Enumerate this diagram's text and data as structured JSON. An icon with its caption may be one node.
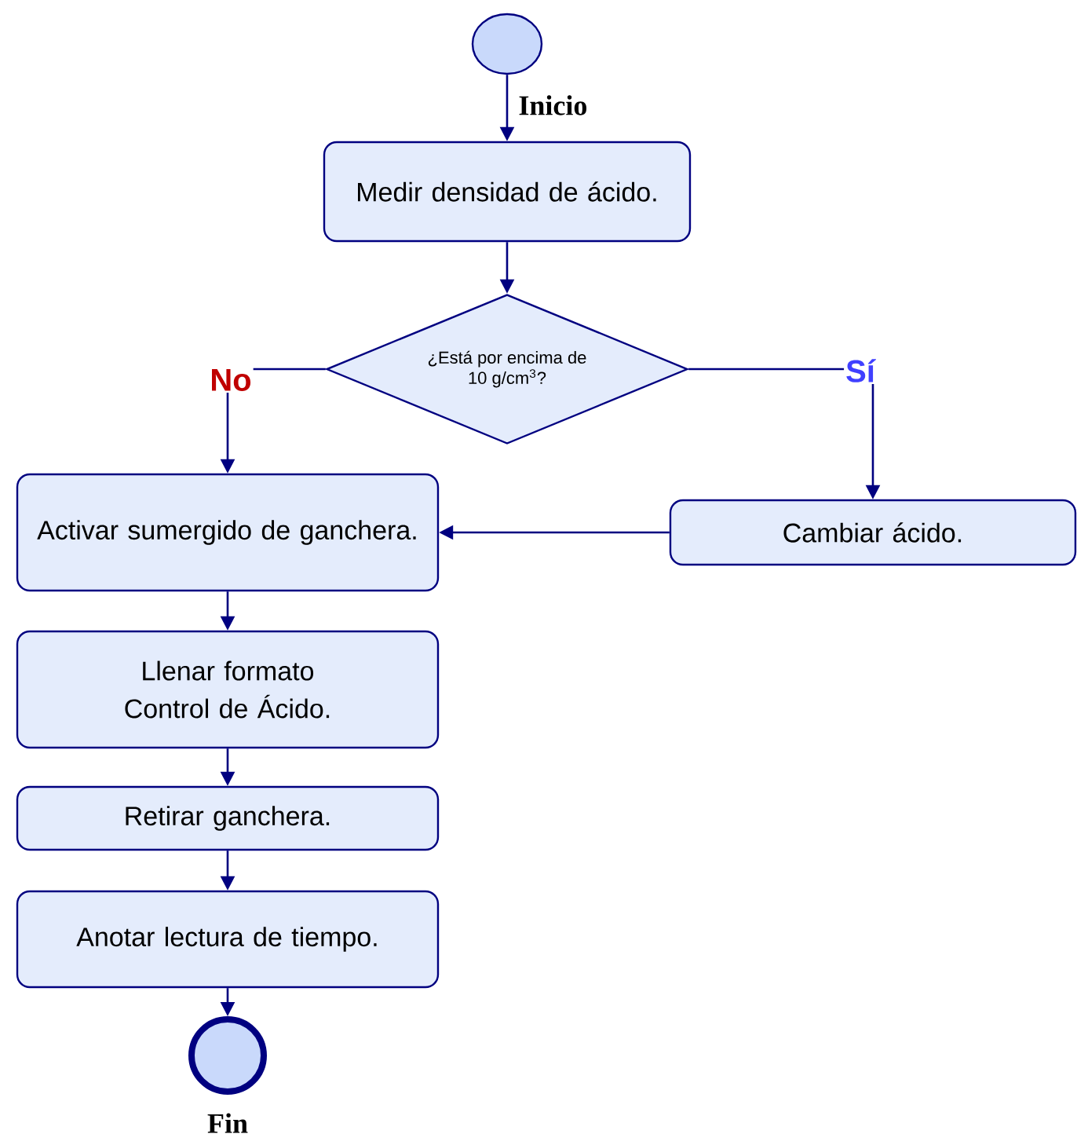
{
  "diagram": {
    "nodes": [
      {
        "text": [],
        "shape": "circle",
        "beside": [
          "Inicio"
        ]
      },
      {
        "text": [
          "Medir densidad de ácido."
        ]
      },
      {
        "text": [
          "¿Está por encima de 10 g/cm$^{3}$?"
        ]
      },
      {
        "text": [
          "Activar sumergido de ganchera."
        ]
      },
      {
        "text": [
          "Cambiar ácido."
        ]
      },
      {
        "text": [
          "Llenar formato Control de Ácido."
        ]
      },
      {
        "text": [
          "Retirar ganchera."
        ]
      },
      {
        "text": [
          "Anotar lectura de tiempo."
        ]
      },
      {
        "text": [],
        "shape": "circle",
        "beside": [
          "Fin"
        ]
      }
    ],
    "edges": [
      {
        "from": 0,
        "to": 1,
        "arrow": "to"
      },
      {
        "from": 1,
        "to": 2,
        "arrow": "to"
      },
      {
        "from": 2,
        "to": 3,
        "arrow": "to",
        "label": "No"
      },
      {
        "from": 2,
        "to": 4,
        "arrow": "to",
        "label": "Sí"
      },
      {
        "from": 4,
        "to": 3,
        "arrow": "to"
      },
      {
        "from": 3,
        "to": 5,
        "arrow": "to"
      },
      {
        "from": 5,
        "to": 6,
        "arrow": "to"
      },
      {
        "from": 6,
        "to": 7,
        "arrow": "to"
      },
      {
        "from": 7,
        "to": 8,
        "arrow": "to"
      }
    ]
  }
}
